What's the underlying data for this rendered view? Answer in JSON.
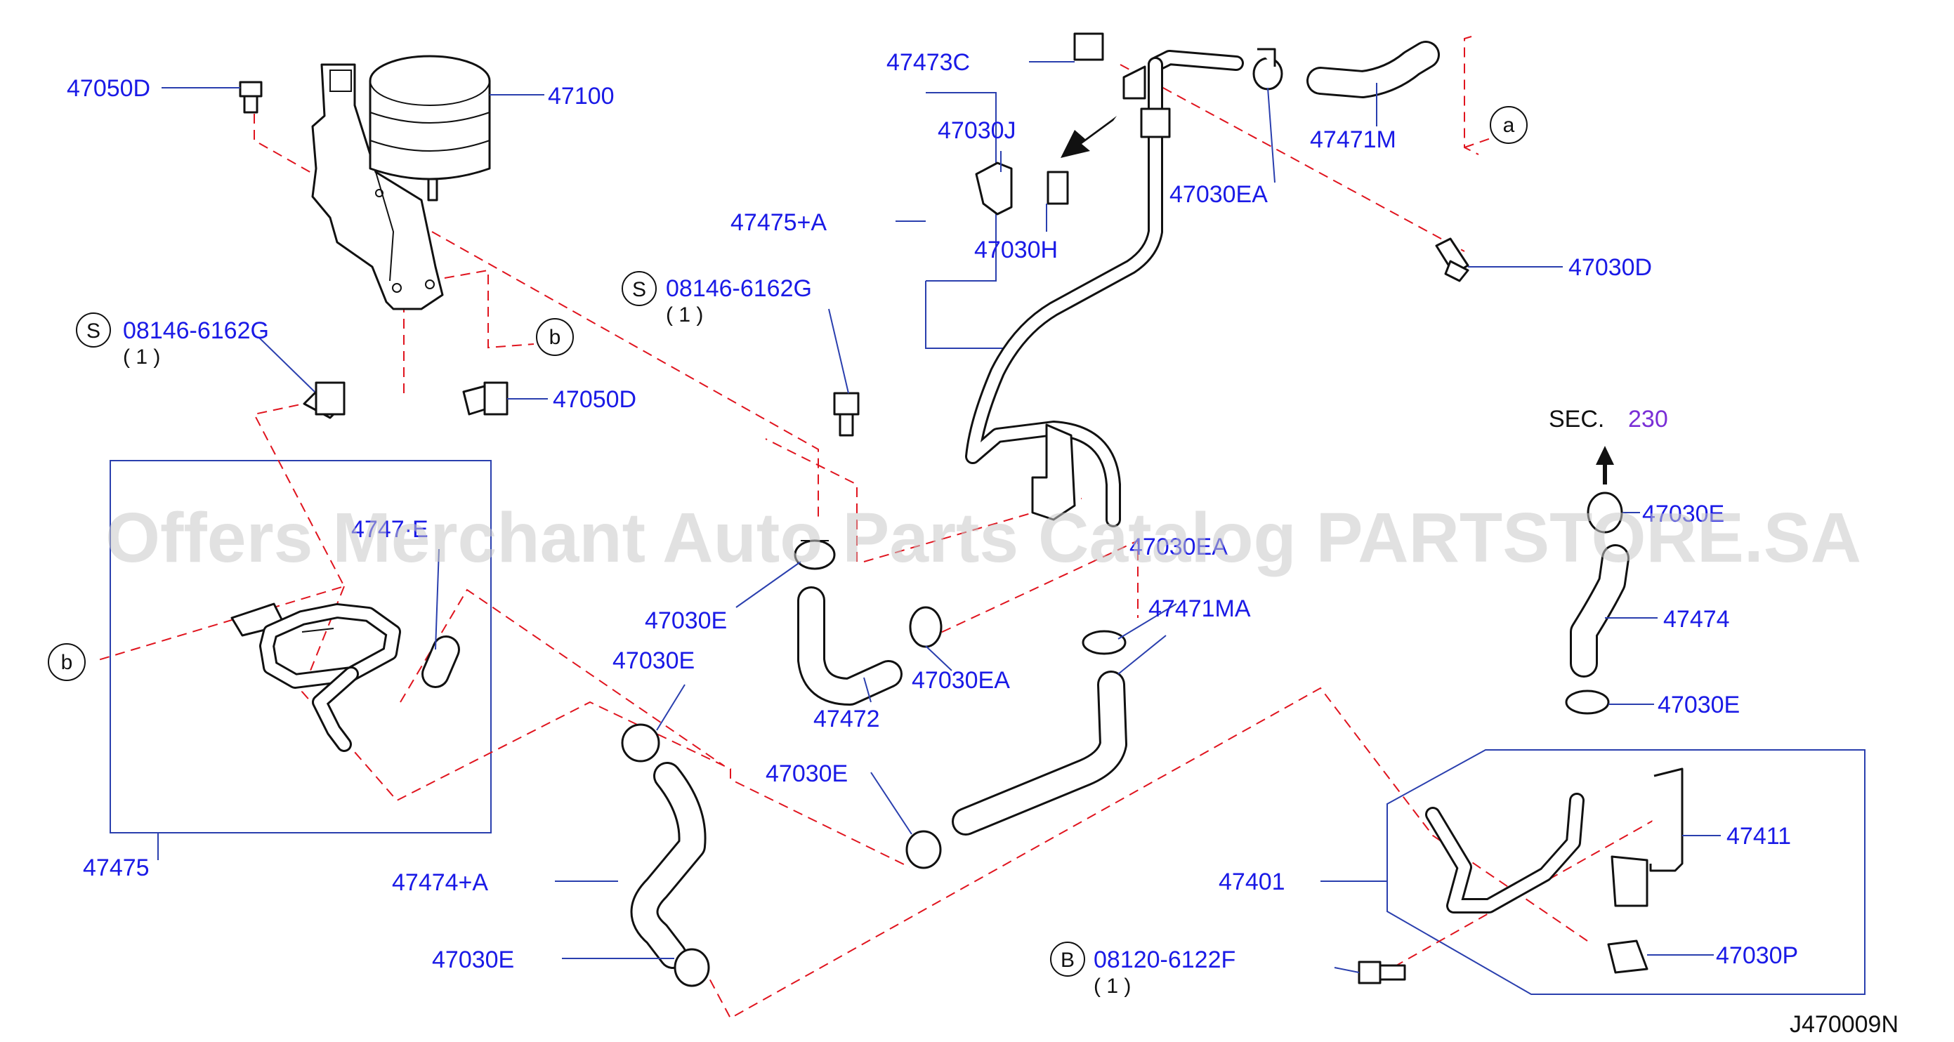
{
  "diagram_id": "J470009N",
  "watermark": "Offers Merchant Auto Parts Catalog PARTSTORE.SA",
  "section_ref": {
    "prefix": "SEC.",
    "number": "230"
  },
  "part_labels": {
    "p47050D_top": "47050D",
    "p47100": "47100",
    "p47473C": "47473C",
    "p47030J": "47030J",
    "p47030H": "47030H",
    "p47475A": "47475+A",
    "p47030EA_top": "47030EA",
    "p47471M": "47471M",
    "p47030D": "47030D",
    "p08146_left": "08146-6162G",
    "p08146_mid": "08146-6162G",
    "p47050D_mid": "47050D",
    "p4747x_box": "4747·E",
    "p47030E_1": "47030E",
    "p47030E_2": "47030E",
    "p47030EA_mid": "47030EA",
    "p47030EA_upper": "47030EA",
    "p47471MA": "47471MA",
    "p47472": "47472",
    "p47030E_3": "47030E",
    "p47474A": "47474+A",
    "p47030E_4": "47030E",
    "p47475": "47475",
    "p47030E_r1": "47030E",
    "p47474": "47474",
    "p47030E_r2": "47030E",
    "p47411": "47411",
    "p47401": "47401",
    "p08120": "08120-6122F",
    "p47030P": "47030P"
  },
  "quantities": {
    "q08146_left": "( 1 )",
    "q08146_mid": "( 1 )",
    "q08120": "( 1 )"
  },
  "circle_markers": {
    "s_left": "S",
    "s_mid": "S",
    "b_bolt": "B",
    "a_ref": "a",
    "b_ref_top": "b",
    "b_ref_left": "b"
  },
  "colors": {
    "label_blue": "#1a1ae6",
    "leader_blue": "#2a3fae",
    "dash_red": "#e0141e",
    "section_purple": "#7a2fd6"
  }
}
